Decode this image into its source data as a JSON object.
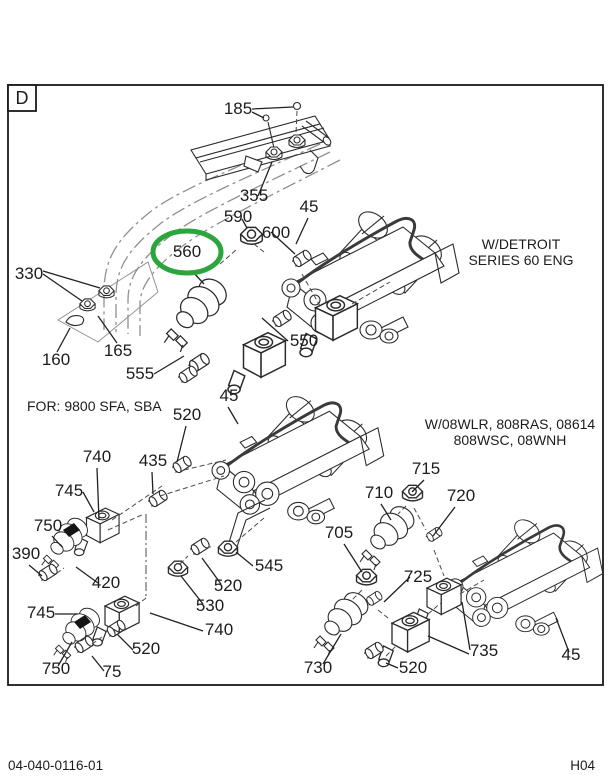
{
  "frame": {
    "corner_letter": "D"
  },
  "footer": {
    "doc_number": "04-040-0116-01",
    "page_code": "H04"
  },
  "notes": {
    "detroit_line1": "W/DETROIT",
    "detroit_line2": "SERIES 60 ENG",
    "for_models": "FOR: 9800 SFA, SBA",
    "wlr_line1": "W/08WLR, 808RAS, 08614",
    "wlr_line2": "808WSC, 08WNH"
  },
  "highlight": {
    "color": "#2CA63C",
    "highlighted_part": "560"
  },
  "callouts": {
    "c45": "45",
    "c75": "75",
    "c160": "160",
    "c165": "165",
    "c185": "185",
    "c330": "330",
    "c355": "355",
    "c390": "390",
    "c420": "420",
    "c435": "435",
    "c520": "520",
    "c530": "530",
    "c545": "545",
    "c550": "550",
    "c555": "555",
    "c560": "560",
    "c590": "590",
    "c600": "600",
    "c705": "705",
    "c710": "710",
    "c715": "715",
    "c720": "720",
    "c725": "725",
    "c730": "730",
    "c735": "735",
    "c740": "740",
    "c745": "745",
    "c750": "750"
  }
}
